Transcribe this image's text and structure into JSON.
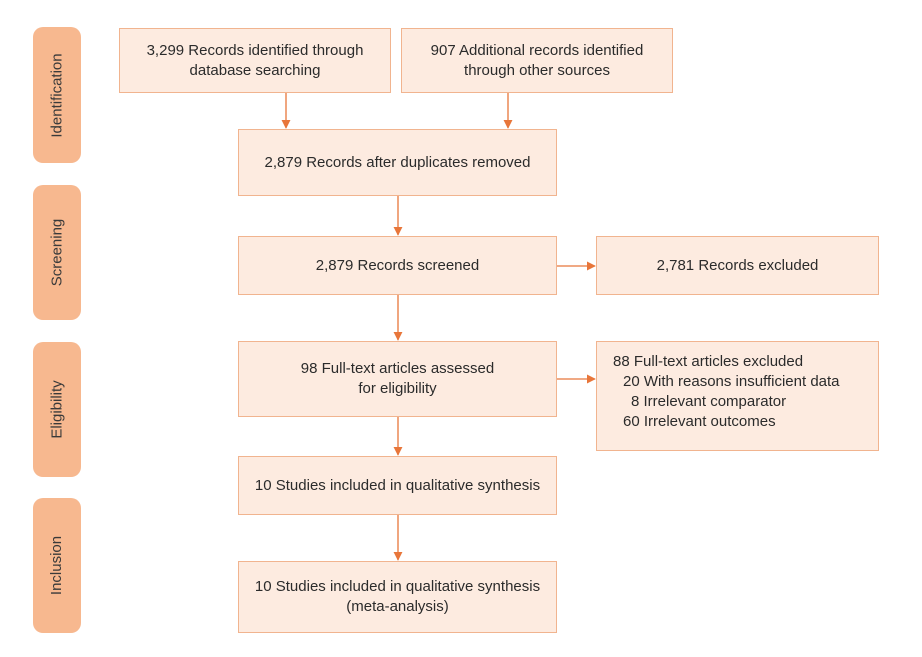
{
  "phases": {
    "identification": "Identification",
    "screening": "Screening",
    "eligibility": "Eligibility",
    "inclusion": "Inclusion"
  },
  "boxes": {
    "db_search": {
      "line1": "3,299 Records identified through",
      "line2": "database searching"
    },
    "other_sources": {
      "line1": "907 Additional records identified",
      "line2": "through other sources"
    },
    "duplicates_removed": {
      "line1": "2,879 Records after duplicates removed"
    },
    "screened": {
      "line1": "2,879 Records screened"
    },
    "excluded": {
      "line1": "2,781 Records excluded"
    },
    "full_text_assessed": {
      "line1": "98 Full-text articles assessed",
      "line2": "for eligibility"
    },
    "full_text_excluded": {
      "line1": "88 Full-text articles excluded",
      "line2": "20 With reasons insufficient data",
      "line3": "8 Irrelevant comparator",
      "line4": "60 Irrelevant outcomes"
    },
    "qualitative": {
      "line1": "10 Studies included in qualitative synthesis"
    },
    "meta_analysis": {
      "line1": "10 Studies included in qualitative synthesis",
      "line2": "(meta-analysis)"
    }
  },
  "colors": {
    "phase_fill": "#f7b88f",
    "box_fill": "#fdebe0",
    "box_border": "#f1b48f",
    "arrow": "#e8763a"
  }
}
